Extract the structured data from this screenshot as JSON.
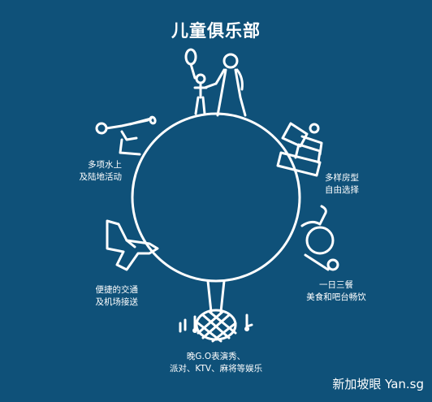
{
  "title": "儿童俱乐部",
  "activities": [
    {
      "lines": [
        "多项水上",
        "及陆地活动"
      ],
      "icon": "badminton-icon"
    },
    {
      "lines": [
        "多样房型",
        "自由选择"
      ],
      "icon": "bedroom-icon"
    },
    {
      "lines": [
        "一日三餐",
        "美食和吧台畅饮"
      ],
      "icon": "dining-icon"
    },
    {
      "lines": [
        "便捷的交通",
        "及机场接送"
      ],
      "icon": "airplane-icon"
    },
    {
      "lines": [
        "晚G.O表演秀、",
        "派对、KTV、麻将等娱乐"
      ],
      "icon": "music-basket-icon"
    }
  ],
  "center_icon": "parent-and-child-icon",
  "watermark": "新加坡眼 Yan.sg",
  "colors": {
    "background": "#0f5179",
    "line": "#ffffff"
  }
}
